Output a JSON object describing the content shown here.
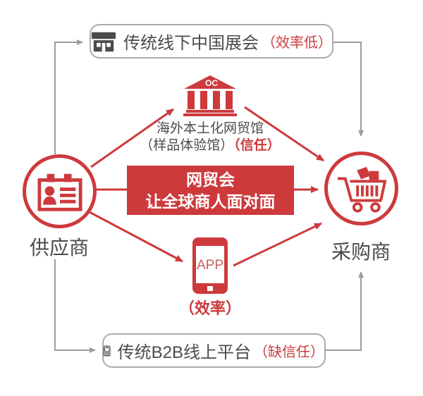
{
  "colors": {
    "red": "#cd3a3c",
    "gray_line": "#9c9c9c",
    "border_gray": "#ababab",
    "text_dark": "#4b4b4b",
    "icon_dark": "#4a4a4a",
    "app_text": "#c4625f"
  },
  "diagram": {
    "top_box": {
      "label": "传统线下中国展会",
      "note": "（效率低）"
    },
    "overseas_hall": {
      "logo": "OC",
      "line1": "海外本土化网贸馆",
      "line2_gray": "（样品体验馆）",
      "line2_red": "（信任）"
    },
    "banner": {
      "line1": "网贸会",
      "line2": "让全球商人面对面"
    },
    "supplier": {
      "label": "供应商"
    },
    "buyer": {
      "label": "采购商"
    },
    "app": {
      "screen_label": "APP",
      "note": "（效率）"
    },
    "bottom_box": {
      "label": "传统B2B线上平台",
      "note": "（缺信任）"
    }
  }
}
